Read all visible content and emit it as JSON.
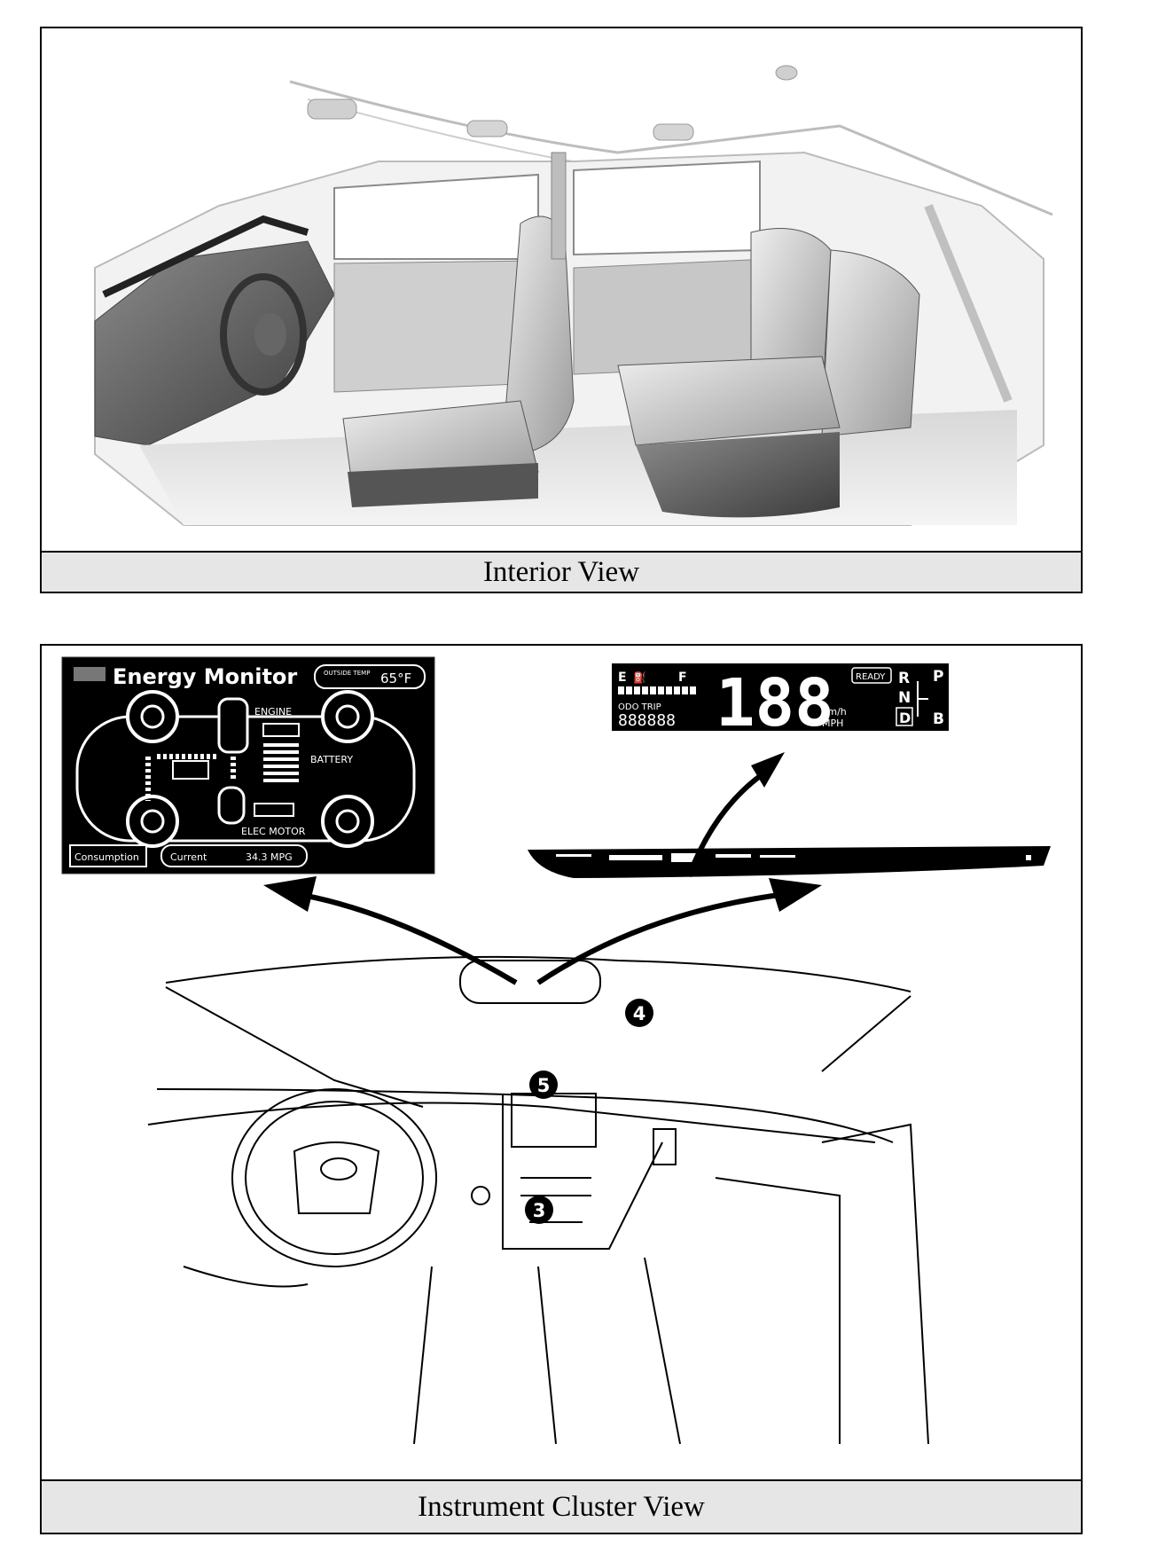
{
  "interior_panel": {
    "caption": "Interior View"
  },
  "cluster_panel": {
    "caption": "Instrument Cluster View",
    "energy_monitor": {
      "title": "Energy Monitor",
      "outside_temp_label": "OUTSIDE TEMP",
      "outside_temp_value": "65°F",
      "engine_label": "ENGINE",
      "battery_label": "BATTERY",
      "motor_label": "ELEC MOTOR",
      "consumption_button": "Consumption",
      "current_label": "Current",
      "current_value": "34.3 MPG"
    },
    "speedometer": {
      "fuel_empty": "E",
      "fuel_full": "F",
      "odo_label": "ODO TRIP",
      "odo_digits": "888888",
      "speed": "188",
      "unit_kmh": "km/h",
      "unit_mph": "MPH",
      "ready": "READY",
      "gear_r": "R",
      "gear_p": "P",
      "gear_n": "N",
      "gear_d": "D",
      "gear_b": "B"
    },
    "callouts": [
      "3",
      "4",
      "5"
    ]
  }
}
